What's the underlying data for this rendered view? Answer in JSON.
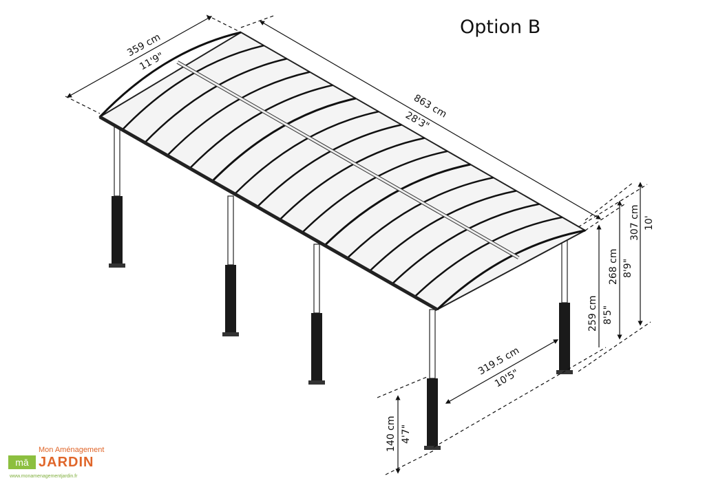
{
  "title": "Option B",
  "dimensions": {
    "width": {
      "metric": "359 cm",
      "imperial": "11'9\""
    },
    "length": {
      "metric": "863 cm",
      "imperial": "28'3\""
    },
    "post_spacing": {
      "metric": "319.5 cm",
      "imperial": "10'5\""
    },
    "eave_height": {
      "metric": "259 cm",
      "imperial": "8'5\""
    },
    "mid_height": {
      "metric": "268 cm",
      "imperial": "8'9\""
    },
    "peak_height": {
      "metric": "307 cm",
      "imperial": "10'"
    },
    "base_height": {
      "metric": "140 cm",
      "imperial": "4'7\""
    }
  },
  "logo": {
    "tagline": "Mon Aménagement",
    "brand": "JARDIN",
    "mark": "mā",
    "url": "www.monamenagementjardin.fr"
  }
}
